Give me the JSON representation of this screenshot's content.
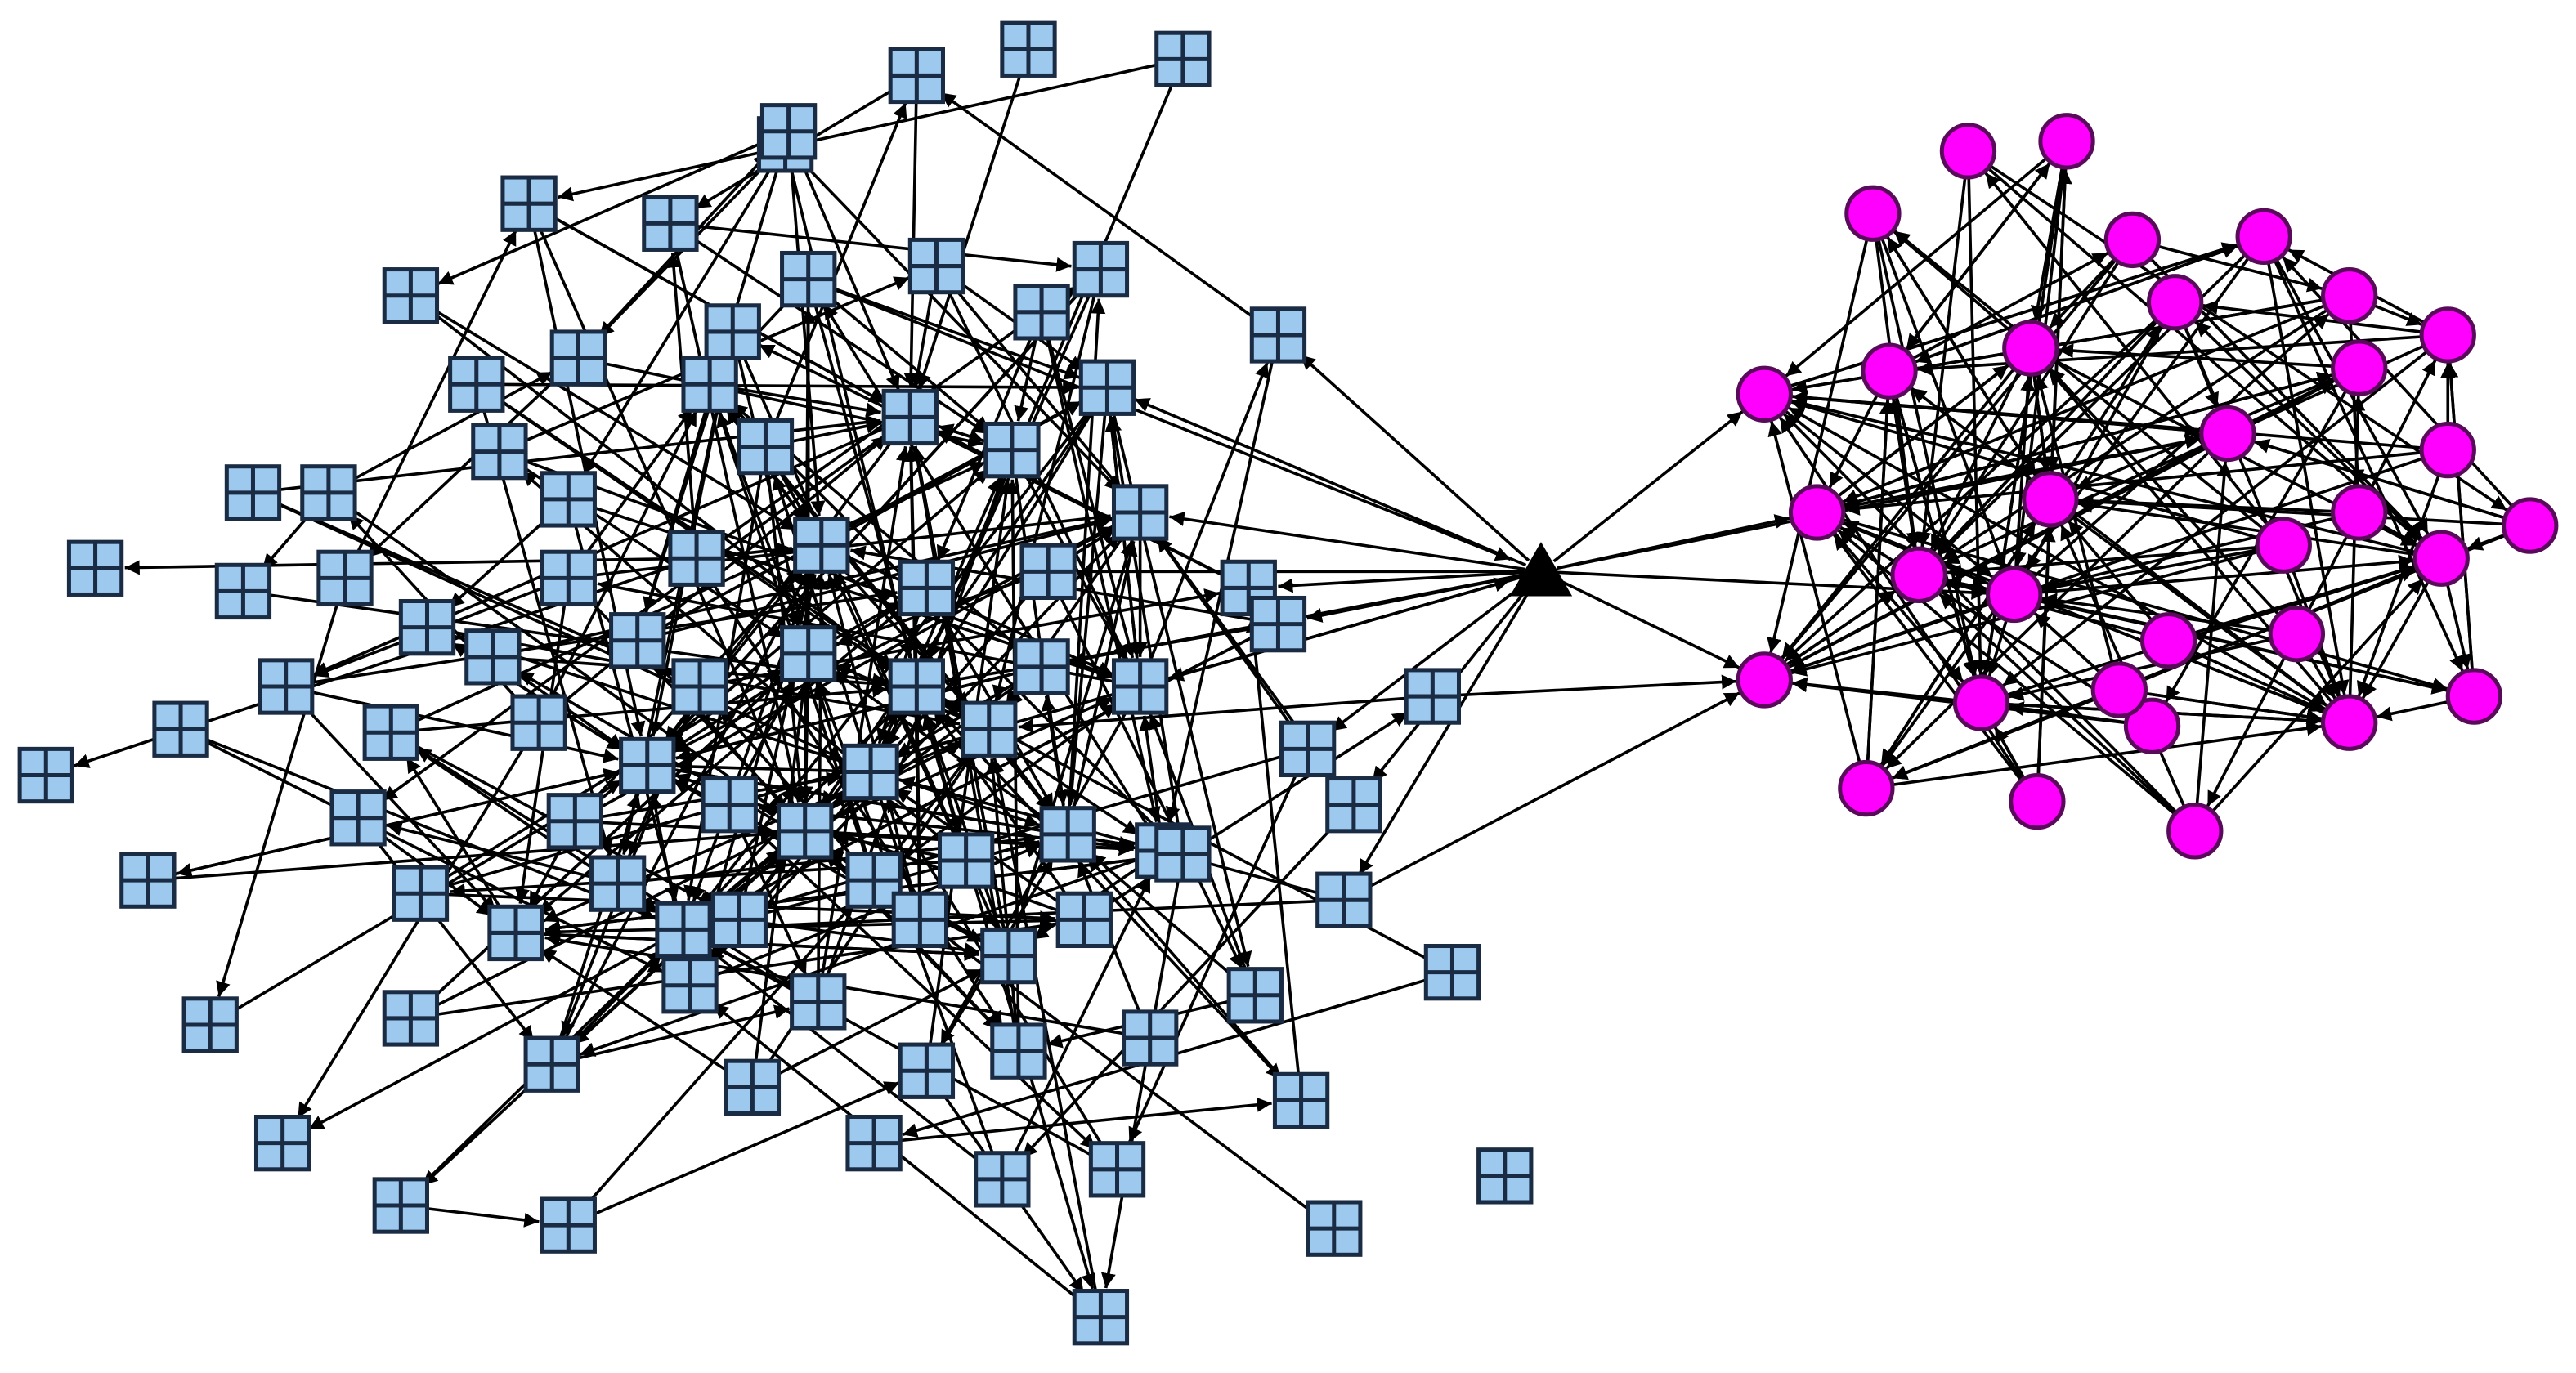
{
  "diagram": {
    "type": "directed-network",
    "background": "#ffffff",
    "colors": {
      "square_fill": "#9ec9ef",
      "square_stroke": "#1a2b44",
      "circle_fill": "#ff00ff",
      "circle_stroke": "#5a0a5a",
      "hub_fill": "#000000",
      "edge": "#000000"
    },
    "groups": [
      {
        "name": "square-cluster",
        "shape": "square-grid-icon",
        "count": 95
      },
      {
        "name": "circle-cluster",
        "shape": "circle",
        "count": 33
      },
      {
        "name": "bridge-hub",
        "shape": "triangle",
        "count": 1
      }
    ]
  }
}
